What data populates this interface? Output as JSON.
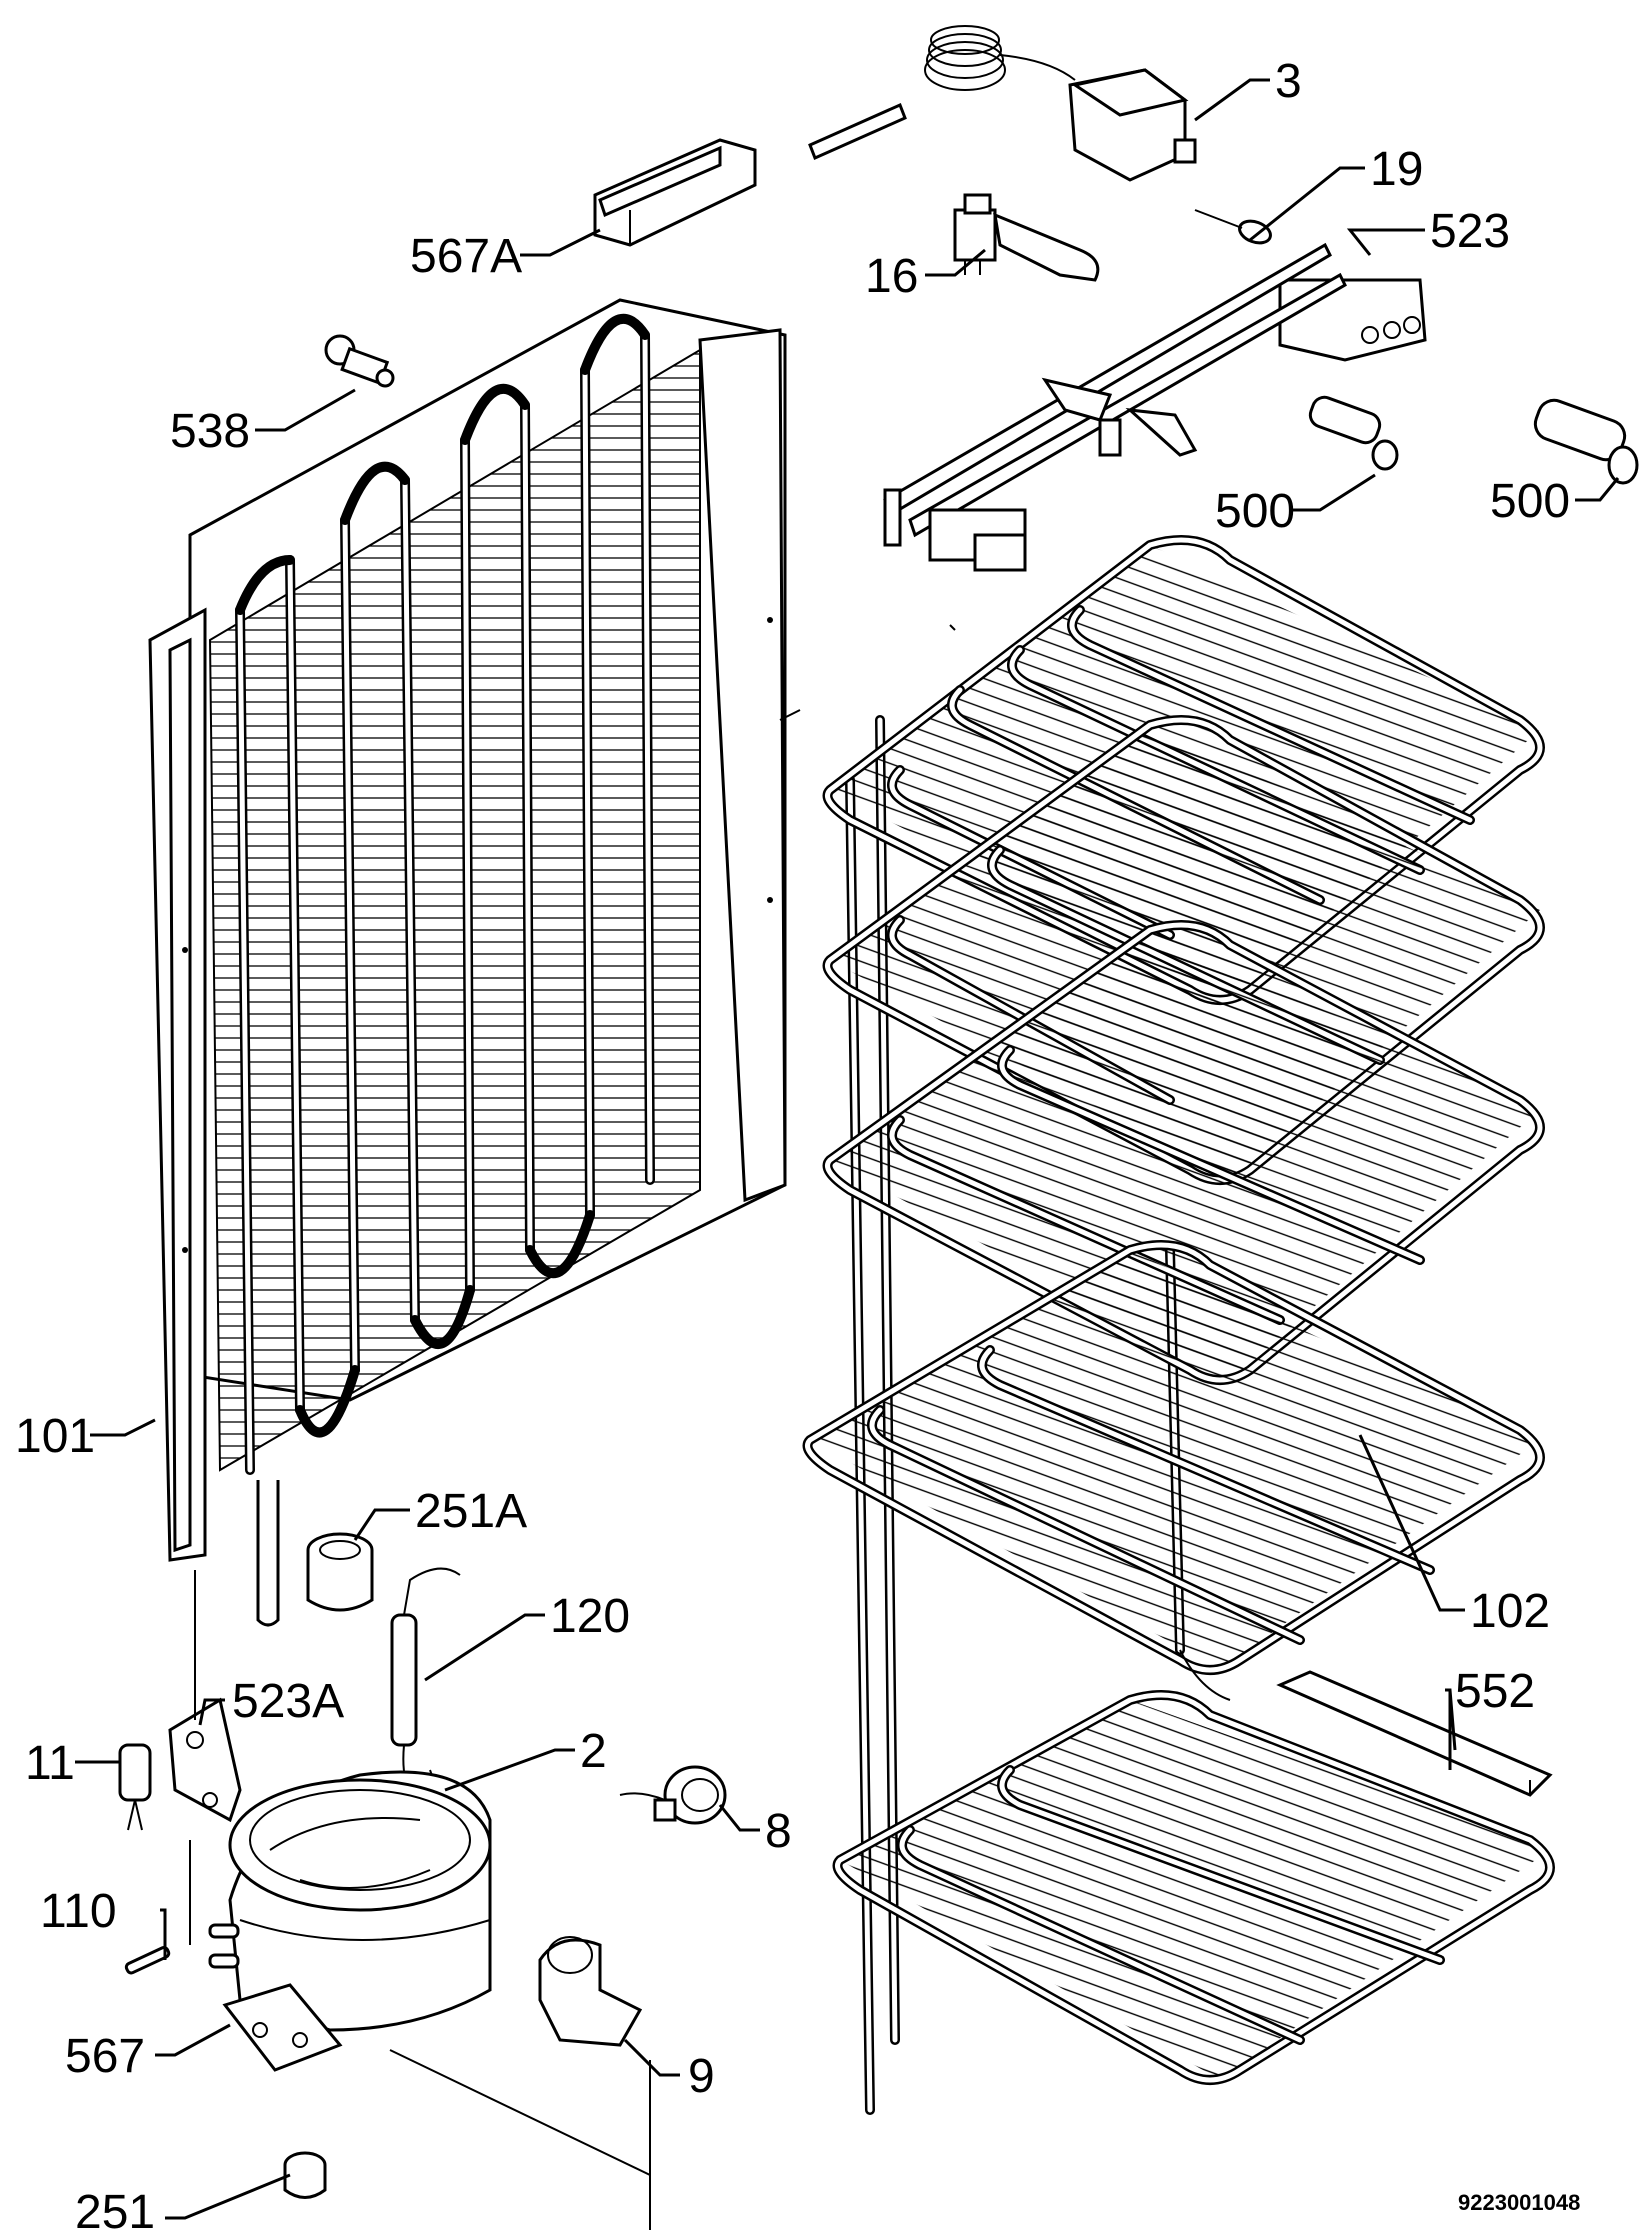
{
  "labels": {
    "p3": "3",
    "p19": "19",
    "p523": "523",
    "p567a": "567A",
    "p16": "16",
    "p538": "538",
    "p500a": "500",
    "p500b": "500",
    "p101": "101",
    "p251a": "251A",
    "p120": "120",
    "p102": "102",
    "p523a": "523A",
    "p2": "2",
    "p552": "552",
    "p11": "11",
    "p110": "110",
    "p8": "8",
    "p567": "567",
    "p9": "9",
    "p251": "251"
  },
  "document_number": "9223001048"
}
